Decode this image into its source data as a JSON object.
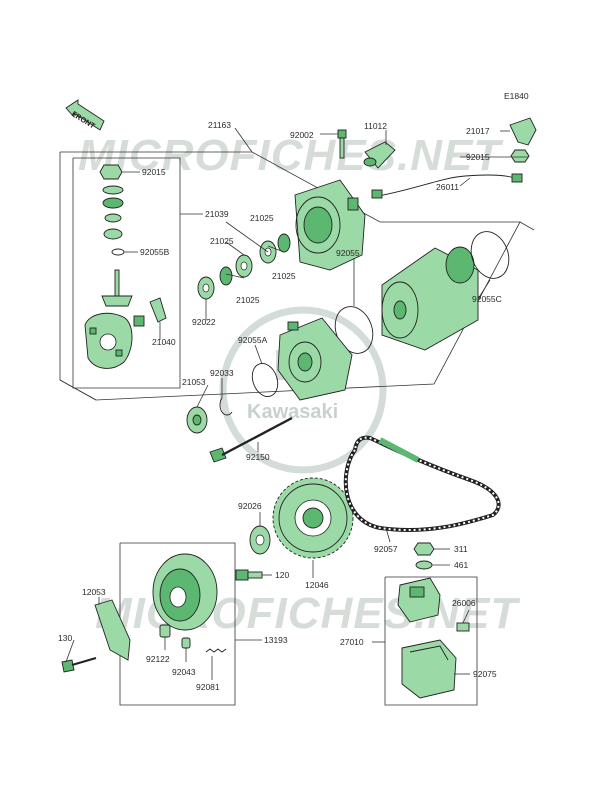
{
  "page": {
    "code": "E1840"
  },
  "front_arrow": {
    "label": "FRONT"
  },
  "watermark": {
    "text": "MICROFICHES.NET",
    "logo_text": "Kawasaki"
  },
  "colors": {
    "part_fill": "#9bd9a6",
    "part_dark": "#5cb770",
    "line": "#333333",
    "watermark": "#d6ddd8"
  },
  "labels": {
    "p21163": "21163",
    "p92002": "92002",
    "p11012": "11012",
    "p21017": "21017",
    "p92015_top": "92015",
    "p26011": "26011",
    "p92015_left": "92015",
    "p21039": "21039",
    "p92055B": "92055B",
    "p21025_a": "21025",
    "p21025_b": "21025",
    "p21025_c": "21025",
    "p21025_d": "21025",
    "p92055": "92055",
    "p92055C": "92055C",
    "p92022": "92022",
    "p21040": "21040",
    "p92055A": "92055A",
    "p92033": "92033",
    "p21053": "21053",
    "p92150": "92150",
    "p92026": "92026",
    "p92057": "92057",
    "p311": "311",
    "p461": "461",
    "p120": "120",
    "p12046": "12046",
    "p12053": "12053",
    "p26006": "26006",
    "p130": "130",
    "p13193": "13193",
    "p27010": "27010",
    "p92122": "92122",
    "p92043": "92043",
    "p92081": "92081",
    "p92075": "92075"
  }
}
